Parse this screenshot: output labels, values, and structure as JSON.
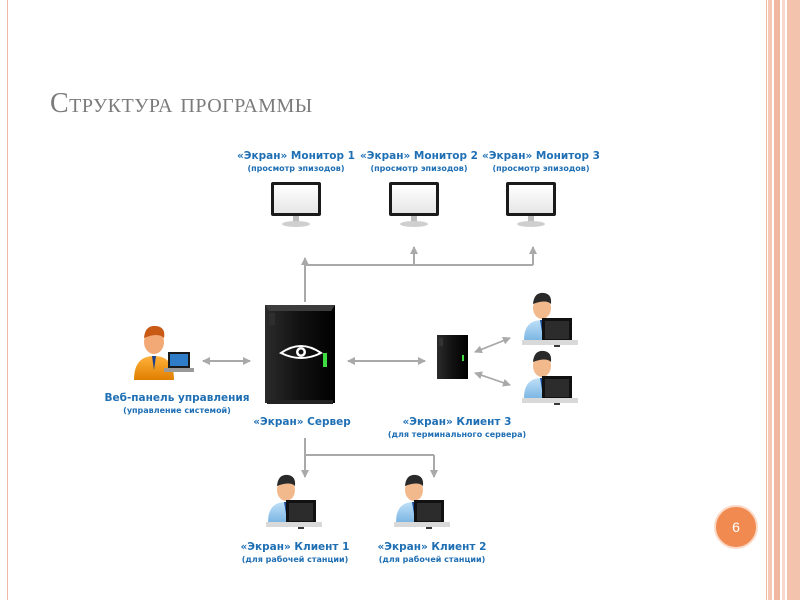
{
  "slide": {
    "title": "Структура программы",
    "page_number": "6",
    "accent_color": "#f08a50"
  },
  "diagram": {
    "label_color": "#1f6fb4",
    "monitors": [
      {
        "name": "«Экран» Монитор 1",
        "desc": "(просмотр эпизодов)"
      },
      {
        "name": "«Экран» Монитор 2",
        "desc": "(просмотр эпизодов)"
      },
      {
        "name": "«Экран» Монитор 3",
        "desc": "(просмотр эпизодов)"
      }
    ],
    "web_panel": {
      "name": "Веб-панель управления",
      "desc": "(управление системой)"
    },
    "server": {
      "name": "«Экран» Сервер"
    },
    "client3": {
      "name": "«Экран» Клиент 3",
      "desc": "(для терминального сервера)"
    },
    "client1": {
      "name": "«Экран» Клиент 1",
      "desc": "(для рабочей станции)"
    },
    "client2": {
      "name": "«Экран» Клиент 2",
      "desc": "(для рабочей станции)"
    },
    "icons": [
      "monitor-icon",
      "server-tower-icon",
      "user-workstation-icon",
      "admin-user-icon"
    ]
  }
}
